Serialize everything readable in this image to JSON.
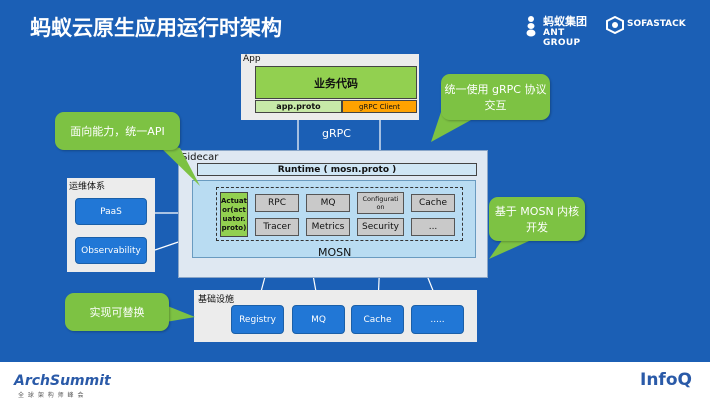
{
  "title": "蚂蚁云原生应用运行时架构",
  "logos": {
    "ant_cn": "蚂蚁集团",
    "ant_en": "ANT GROUP",
    "sofastack": "SOFASTACK"
  },
  "app": {
    "label": "App",
    "business_code": "业务代码",
    "proto": "app.proto",
    "grpc_client": "gRPC Client"
  },
  "grpc_label": "gRPC",
  "sidecar": {
    "label": "Sidecar",
    "runtime": "Runtime ( mosn.proto )",
    "actuator": "Actuat or(act uator. proto)",
    "modules_row1": [
      "RPC",
      "MQ",
      "Configurati on",
      "Cache"
    ],
    "modules_row2": [
      "Tracer",
      "Metrics",
      "Security",
      "..."
    ],
    "mosn": "MOSN"
  },
  "ops": {
    "label": "运维体系",
    "items": [
      "PaaS",
      "Observability"
    ]
  },
  "infra": {
    "label": "基础设施",
    "items": [
      "Registry",
      "MQ",
      "Cache",
      "....."
    ]
  },
  "callouts": {
    "unified_grpc": "统一使用 gRPC 协议交互",
    "api_facing": "面向能力，统一API",
    "based_on_mosn": "基于 MOSN 内核开发",
    "replaceable": "实现可替换"
  },
  "footer": {
    "archsummit": "ArchSummit",
    "archsummit_sub": "全 球 架 构 师 峰 会",
    "infoq": "InfoQ"
  },
  "colors": {
    "background": "#1b5fb5",
    "green": "#92d050",
    "callout_green": "#7dc243",
    "orange": "#ffa200",
    "blue_button": "#2177d6"
  }
}
